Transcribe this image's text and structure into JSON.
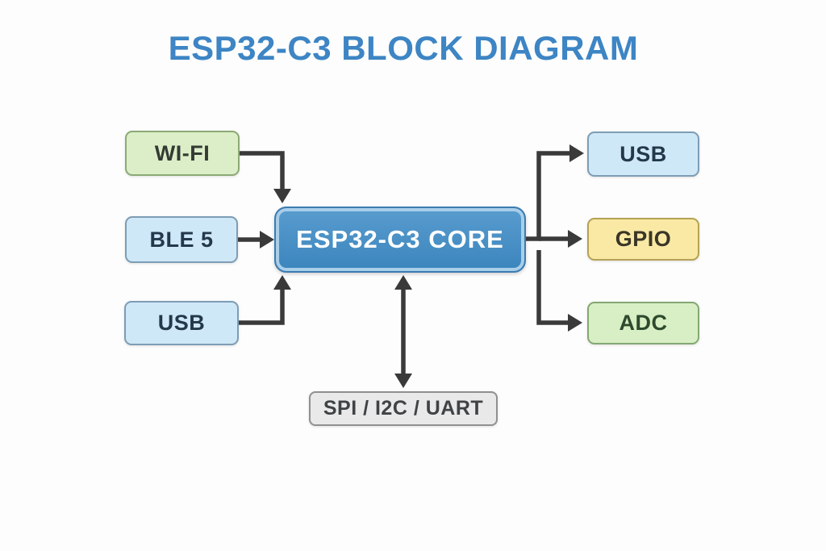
{
  "title": "ESP32-C3 BLOCK DIAGRAM",
  "colors": {
    "background": "#fdfdfd",
    "title_text": "#3d85c4",
    "arrow": "#3a3a3a"
  },
  "nodes": {
    "wifi": {
      "label": "WI-FI",
      "fill": "#dceec8",
      "border": "#8caa76",
      "text": "#333b33"
    },
    "ble": {
      "label": "BLE 5",
      "fill": "#cfe8f7",
      "border": "#7d9db5",
      "text": "#24384c"
    },
    "usb_left": {
      "label": "USB",
      "fill": "#cfe8f7",
      "border": "#7d9db5",
      "text": "#24384c"
    },
    "core": {
      "label": "ESP32-C3 CORE",
      "fill": "#3e8cc7",
      "border": "#3c7cb0",
      "text": "#ffffff"
    },
    "usb_right": {
      "label": "USB",
      "fill": "#cfe8f7",
      "border": "#7d9db5",
      "text": "#24384c"
    },
    "gpio": {
      "label": "GPIO",
      "fill": "#f9e9a4",
      "border": "#b5a254",
      "text": "#3a3526"
    },
    "adc": {
      "label": "ADC",
      "fill": "#d8eec4",
      "border": "#84a873",
      "text": "#2d4a2d"
    },
    "periph": {
      "label": "SPI / I2C / UART",
      "fill": "#e9e9e9",
      "border": "#909090",
      "text": "#3f4345"
    }
  },
  "edges": [
    {
      "from": "WI-FI",
      "to": "ESP32-C3 CORE",
      "arrow": "single"
    },
    {
      "from": "BLE 5",
      "to": "ESP32-C3 CORE",
      "arrow": "single"
    },
    {
      "from": "USB (left)",
      "to": "ESP32-C3 CORE",
      "arrow": "single"
    },
    {
      "from": "ESP32-C3 CORE",
      "to": "SPI / I2C / UART",
      "arrow": "double"
    },
    {
      "from": "ESP32-C3 CORE",
      "to": "USB (right)",
      "arrow": "single"
    },
    {
      "from": "ESP32-C3 CORE",
      "to": "GPIO",
      "arrow": "single"
    },
    {
      "from": "ESP32-C3 CORE",
      "to": "ADC",
      "arrow": "single"
    }
  ]
}
